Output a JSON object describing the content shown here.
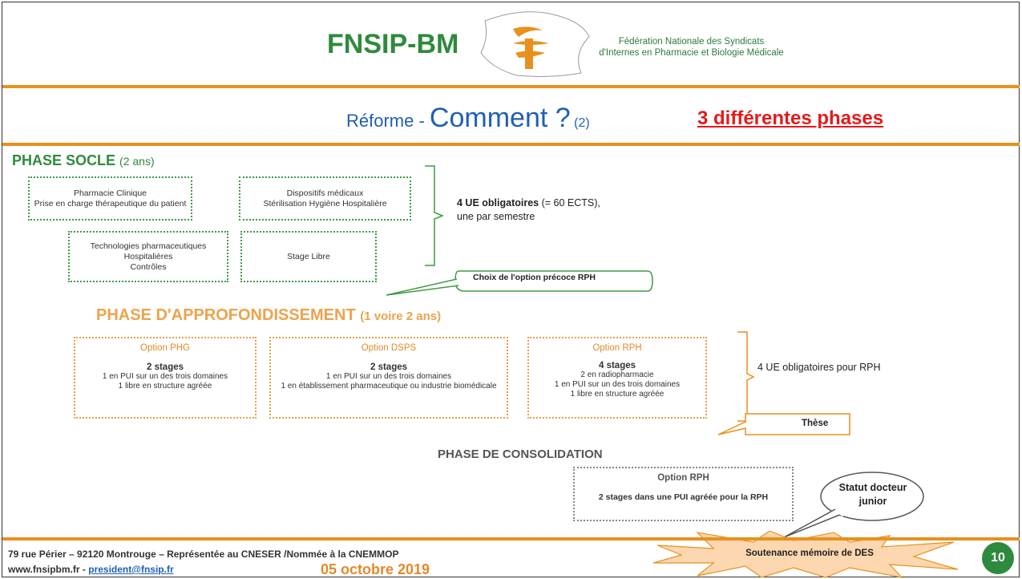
{
  "header": {
    "logo_text": "FNSIP-BM",
    "federation_line1": "Fédération Nationale des Syndicats",
    "federation_line2": "d'Internes en Pharmacie et Biologie Médicale"
  },
  "title": {
    "prefix": "Réforme - ",
    "main": "Comment ?",
    "suffix": "(2)",
    "phases": "3 différentes phases"
  },
  "socle": {
    "heading": "PHASE SOCLE",
    "duration": "(2 ans)",
    "boxes": [
      "Pharmacie Clinique\nPrise en charge thérapeutique du patient",
      "Dispositifs médicaux\nStérilisation Hygiène Hospitalière",
      "Technologies pharmaceutiques Hospitalières\nContrôles",
      "Stage Libre"
    ],
    "note_bold": "4 UE obligatoires",
    "note_rest": " (= 60 ECTS),",
    "note_line2": "une par semestre",
    "callout": "Choix de l'option précoce RPH"
  },
  "approfondissement": {
    "heading": "PHASE D'APPROFONDISSEMENT",
    "duration": "(1 voire 2 ans)",
    "options": [
      {
        "title": "Option PHG",
        "stages": "2 stages",
        "detail": "1 en PUI sur un des trois domaines\n1 libre en structure agréée"
      },
      {
        "title": "Option DSPS",
        "stages": "2 stages",
        "detail": "1 en PUI sur un des trois domaines\n1 en établissement pharmaceutique ou industrie biomédicale"
      },
      {
        "title": "Option RPH",
        "stages": "4 stages",
        "detail": "2 en radiopharmacie\n1 en PUI sur un des trois domaines\n1 libre en structure agréée"
      }
    ],
    "note": "4 UE obligatoires pour RPH",
    "callout": "Thèse"
  },
  "consolidation": {
    "heading": "PHASE DE CONSOLIDATION",
    "box_title": "Option RPH",
    "box_text": "2 stages dans une PUI agréée pour la RPH",
    "bubble": "Statut docteur junior",
    "burst": "Soutenance mémoire de DES"
  },
  "footer": {
    "address": "79 rue Périer – 92120 Montrouge – Représentée au CNESER /Nommée à la CNEMMOP",
    "website": "www.fnsipbm.fr",
    "sep": " - ",
    "email": "president@fnsip.fr",
    "date": "05 octobre 2019",
    "page_number": "10"
  },
  "colors": {
    "green": "#2e8a3c",
    "orange": "#e8911d",
    "blue": "#1f5fb5",
    "red": "#e31b1b"
  }
}
